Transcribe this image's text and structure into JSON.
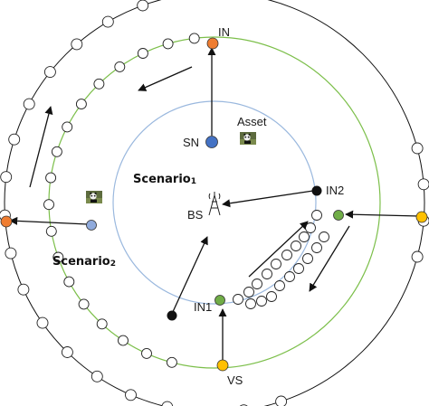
{
  "labels": {
    "in": "IN",
    "in1": "IN1",
    "in2": "IN2",
    "sn": "SN",
    "vs": "VS",
    "bs": "BS",
    "asset": "Asset",
    "scenario1_word": "Scenario",
    "scenario1_num": "1",
    "scenario2_word": "Scenario",
    "scenario2_num": "2"
  },
  "colors": {
    "outer_ring": "#111111",
    "green_ring": "#7cbf4a",
    "blue_ring": "#9ab8de",
    "in_node": "#ef7d31",
    "sn_node": "#4472c4",
    "in2_node": "#111111",
    "green_node": "#70ad47",
    "yellow_node": "#ffc000",
    "scenario2_start": "#8faadc",
    "arrow": "#111111"
  },
  "icons": {
    "asset_photo": "panda-photo",
    "base_station": "cell-tower-icon"
  }
}
